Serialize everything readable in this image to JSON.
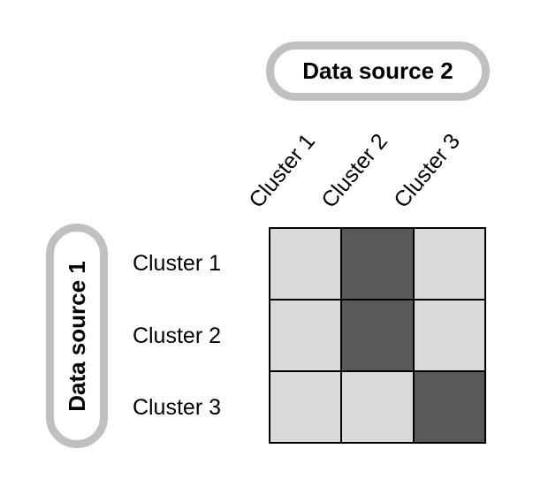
{
  "pills": {
    "top": {
      "label": "Data source 2"
    },
    "left": {
      "label": "Data source 1"
    }
  },
  "columns": [
    "Cluster 1",
    "Cluster 2",
    "Cluster 3"
  ],
  "rows": [
    "Cluster 1",
    "Cluster 2",
    "Cluster 3"
  ],
  "matrix": {
    "values": [
      [
        0,
        1,
        0
      ],
      [
        0,
        1,
        0
      ],
      [
        0,
        0,
        1
      ]
    ]
  },
  "colors": {
    "cell_light": "#d9d9d9",
    "cell_dark": "#595959",
    "pill_border": "#c0c0c0",
    "grid_line": "#000000",
    "text": "#000000",
    "background": "#ffffff"
  }
}
